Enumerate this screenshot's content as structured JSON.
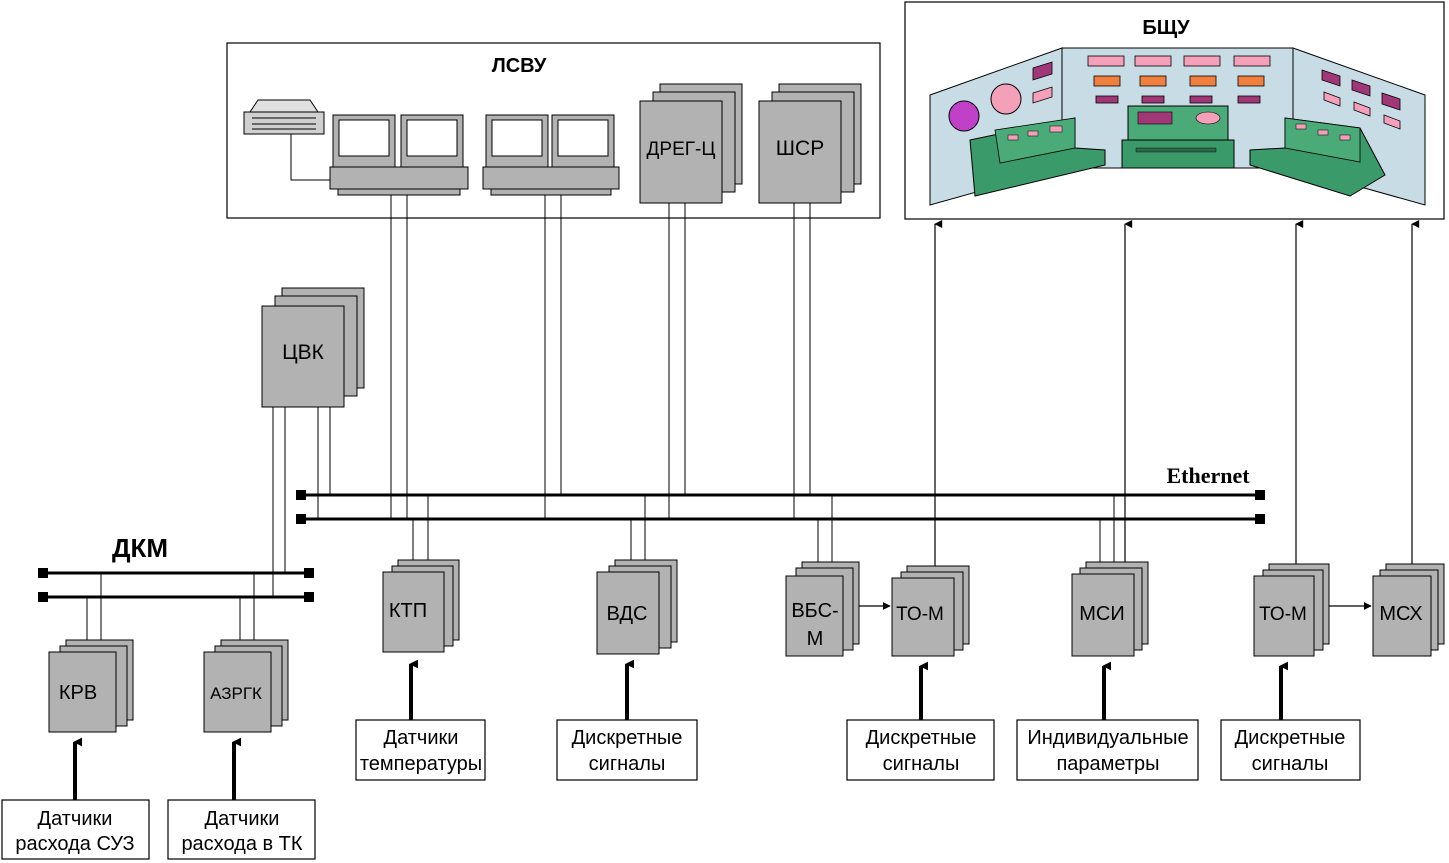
{
  "groups": {
    "lsvu": "ЛСВУ",
    "bshu": "БЩУ",
    "dkm": "ДКМ",
    "ethernet": "Ethernet"
  },
  "units": {
    "dreg": "ДРЕГ-Ц",
    "shsr": "ШСР",
    "cvk": "ЦВК",
    "krv": "КРВ",
    "azrgk": "АЗРГК",
    "ktp": "КТП",
    "vds": "ВДС",
    "vbs_1": "ВБС-",
    "vbs_2": "М",
    "tom1": "ТО-М",
    "msi": "МСИ",
    "tom2": "ТО-М",
    "msh": "МСХ"
  },
  "sources": {
    "krv": [
      "Датчики",
      "расхода СУЗ"
    ],
    "azrgk": [
      "Датчики",
      "расхода в ТК"
    ],
    "ktp": [
      "Датчики",
      "температуры"
    ],
    "vds": [
      "Дискретные",
      "сигналы"
    ],
    "tom1": [
      "Дискретные",
      "сигналы"
    ],
    "msi": [
      "Индивидуальные",
      "параметры"
    ],
    "tom2": [
      "Дискретные",
      "сигналы"
    ]
  },
  "colors": {
    "unit_fill": "#b2b2b2",
    "console_green": "#3a9a6a",
    "room_wall": "#c8dce6",
    "lamp_orange": "#f08040",
    "lamp_pink": "#f3a0b8",
    "lamp_purple": "#a03878"
  }
}
